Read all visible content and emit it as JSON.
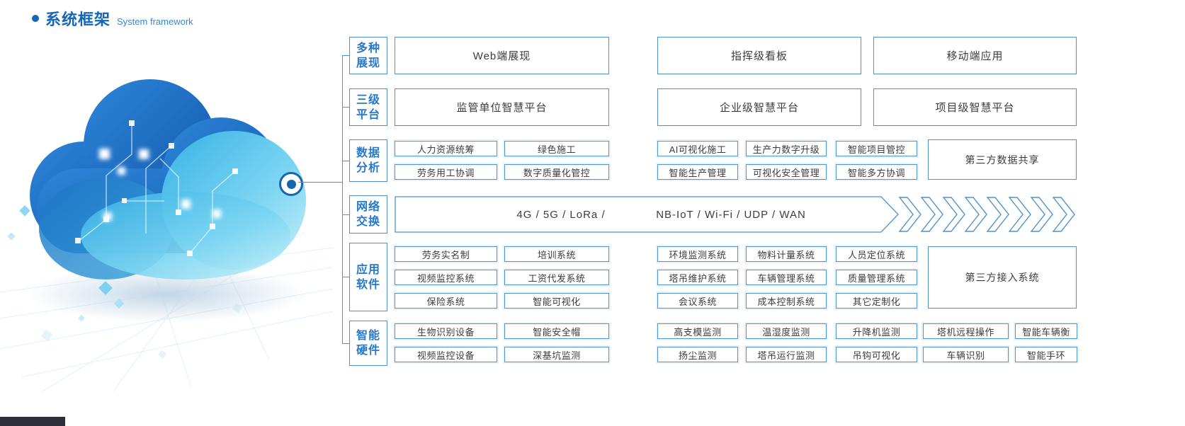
{
  "header": {
    "title_zh": "系统框架",
    "title_en": "System framework"
  },
  "colors": {
    "accent": "#2579cd",
    "border": "#4e92c8",
    "title": "#1666b8",
    "box_text": "#3c3c3c"
  },
  "icons": {
    "connector": "radio-node-icon",
    "arrows": "chevron-right-icon"
  },
  "network_chevron_count": 8,
  "sections": {
    "display": {
      "label1": "多种",
      "label2": "展现",
      "boxes": [
        "Web端展现",
        "指挥级看板",
        "移动端应用"
      ]
    },
    "platform": {
      "label1": "三级",
      "label2": "平台",
      "boxes": [
        "监管单位智慧平台",
        "企业级智慧平台",
        "项目级智慧平台"
      ]
    },
    "data": {
      "label1": "数据",
      "label2": "分析",
      "boxes": [
        "人力资源统筹",
        "绿色施工",
        "AI可视化施工",
        "生产力数字升级",
        "智能项目管控",
        "劳务用工协调",
        "数字质量化管控",
        "智能生产管理",
        "可视化安全管理",
        "智能多方协调"
      ],
      "side": "第三方数据共享"
    },
    "network": {
      "label1": "网络",
      "label2": "交换",
      "seg1": "4G / 5G / LoRa /",
      "seg2": "NB-IoT / Wi-Fi / UDP / WAN"
    },
    "apps": {
      "label1": "应用",
      "label2": "软件",
      "boxes": [
        "劳务实名制",
        "培训系统",
        "环境监测系统",
        "物料计量系统",
        "人员定位系统",
        "视频监控系统",
        "工资代发系统",
        "塔吊维护系统",
        "车辆管理系统",
        "质量管理系统",
        "保险系统",
        "智能可视化",
        "会议系统",
        "成本控制系统",
        "其它定制化"
      ],
      "side": "第三方接入系统"
    },
    "hardware": {
      "label1": "智能",
      "label2": "硬件",
      "boxes": [
        "生物识别设备",
        "智能安全帽",
        "高支模监测",
        "温湿度监测",
        "升降机监测",
        "塔机远程操作",
        "智能车辆衡",
        "视频监控设备",
        "深基坑监测",
        "扬尘监测",
        "塔吊运行监测",
        "吊钩可视化",
        "车辆识别",
        "智能手环"
      ]
    }
  }
}
